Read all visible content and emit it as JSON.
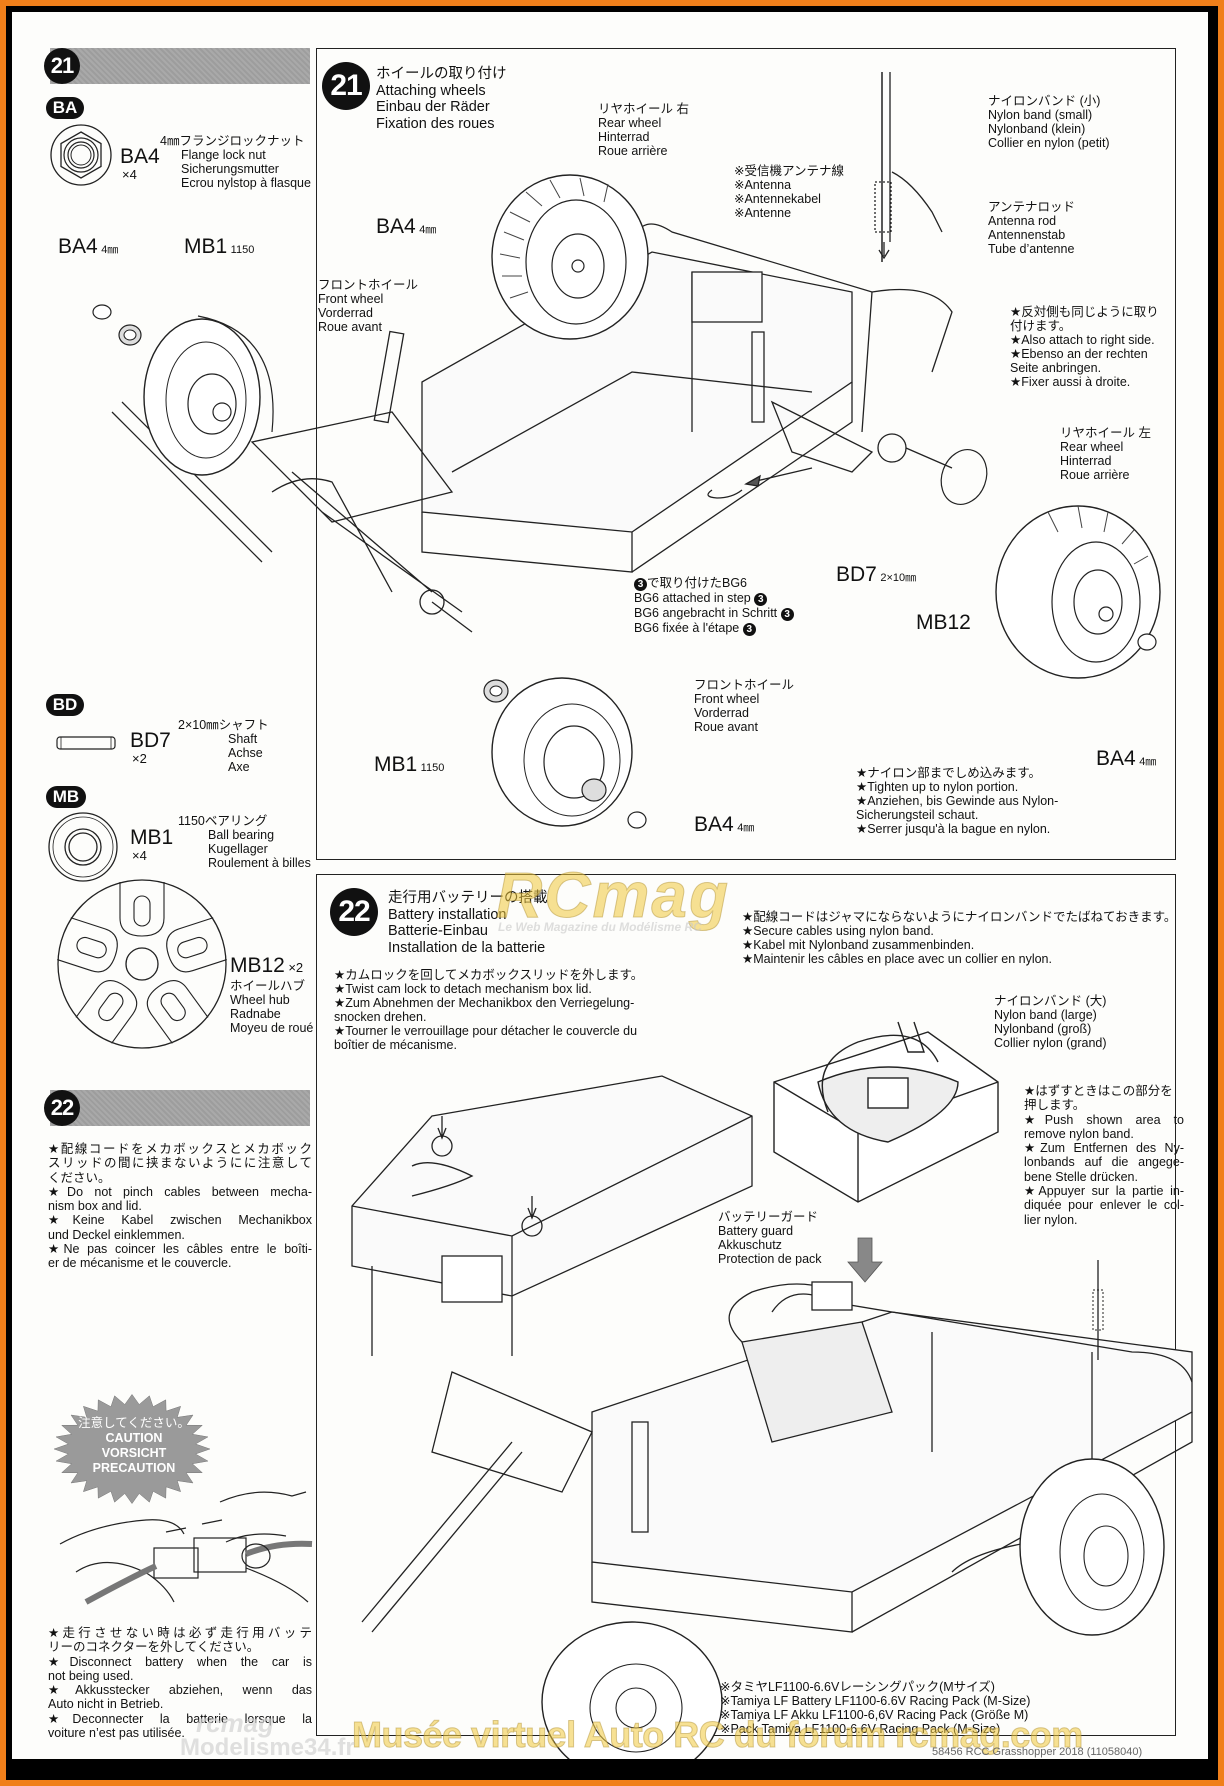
{
  "step21": {
    "number": "21",
    "title_ja": "ホイールの取り付け",
    "title_en": "Attaching wheels",
    "title_de": "Einbau der Räder",
    "title_fr": "Fixation des roues"
  },
  "step22": {
    "number": "22",
    "title_ja": "走行用バッテリーの搭載",
    "title_en": "Battery installation",
    "title_de": "Batterie-Einbau",
    "title_fr": "Installation de la batterie"
  },
  "parts_bags": {
    "ba": {
      "bag": "BA",
      "part": "BA4",
      "qty": "×4",
      "desc_ja": "4㎜フランジロックナット",
      "desc_en": "Flange lock nut",
      "desc_de": "Sicherungsmutter",
      "desc_fr": "Ecrou nylstop à flasque"
    },
    "bd": {
      "bag": "BD",
      "part": "BD7",
      "qty": "×2",
      "desc_ja": "2×10㎜シャフト",
      "desc_en": "Shaft",
      "desc_de": "Achse",
      "desc_fr": "Axe"
    },
    "mb1": {
      "bag": "MB",
      "part": "MB1",
      "qty": "×4",
      "desc_ja": "1150ベアリング",
      "desc_en": "Ball bearing",
      "desc_de": "Kugellager",
      "desc_fr": "Roulement à billes"
    },
    "mb12": {
      "part": "MB12",
      "qty": "×2",
      "desc_ja": "ホイールハブ",
      "desc_en": "Wheel hub",
      "desc_de": "Radnabe",
      "desc_fr": "Moyeu de roué"
    }
  },
  "callouts21": {
    "ba4_top": {
      "part": "BA4",
      "size": "4㎜"
    },
    "ba4_left": {
      "part": "BA4",
      "size": "4㎜"
    },
    "mb1_left": {
      "part": "MB1",
      "size": "1150"
    },
    "front_wheel_top": {
      "ja": "フロントホイール",
      "en": "Front wheel",
      "de": "Vorderrad",
      "fr": "Roue avant"
    },
    "rear_wheel_right": {
      "ja": "リヤホイール 右",
      "en": "Rear wheel",
      "de": "Hinterrad",
      "fr": "Roue arrière"
    },
    "antenna_wire": {
      "ja": "※受信機アンテナ線",
      "en": "※Antenna",
      "de": "※Antennekabel",
      "fr": "※Antenne"
    },
    "nylon_band_small": {
      "ja": "ナイロンバンド (小)",
      "en": "Nylon band (small)",
      "de": "Nylonband (klein)",
      "fr": "Collier en nylon (petit)"
    },
    "antenna_rod": {
      "ja": "アンテナロッド",
      "en": "Antenna rod",
      "de": "Antennenstab",
      "fr": "Tube d’antenne"
    },
    "right_side_note": {
      "ja1": "★反対側も同じように取り",
      "ja2": "付けます。",
      "en": "★Also attach to right side.",
      "de1": "★Ebenso an der rechten",
      "de2": "Seite anbringen.",
      "fr": "★Fixer aussi à droite."
    },
    "rear_wheel_left": {
      "ja": "リヤホイール 左",
      "en": "Rear wheel",
      "de": "Hinterrad",
      "fr": "Roue arrière"
    },
    "bg6_note": {
      "ja": "で取り付けたBG6",
      "en": "BG6 attached in step",
      "de": "BG6 angebracht in Schritt",
      "fr": "BG6 fixée à l'étape",
      "step_ref": "3"
    },
    "bd7": {
      "part": "BD7",
      "size": "2×10㎜"
    },
    "mb12": {
      "part": "MB12"
    },
    "front_wheel_bottom": {
      "ja": "フロントホイール",
      "en": "Front wheel",
      "de": "Vorderrad",
      "fr": "Roue avant"
    },
    "mb1_bottom": {
      "part": "MB1",
      "size": "1150"
    },
    "ba4_bottom": {
      "part": "BA4",
      "size": "4㎜"
    },
    "ba4_right": {
      "part": "BA4",
      "size": "4㎜"
    },
    "tighten_note": {
      "ja": "★ナイロン部までしめ込みます。",
      "en": "★Tighten up to nylon portion.",
      "de1": "★Anziehen, bis Gewinde aus Nylon-",
      "de2": "Sicherungsteil schaut.",
      "fr": "★Serrer jusqu'à la bague en nylon."
    }
  },
  "left22": {
    "note_lines": [
      "★配線コードをメカボックスとメカボック",
      "スリッドの間に挟まないようにに注意して",
      "ください。",
      "★Do not pinch cables between mecha-",
      "nism box and lid.",
      "★Keine Kabel zwischen Mechanikbox",
      "und Deckel einklemmen.",
      "★Ne pas coincer les câbles entre le boîti-",
      "er de mécanisme et le couvercle."
    ],
    "caution_ja": "注意してください。",
    "caution_en": "CAUTION",
    "caution_de": "VORSICHT",
    "caution_fr": "PRECAUTION",
    "disconnect_lines": [
      "★走行させない時は必ず走行用バッテ",
      "リーのコネクターを外してください。",
      "★Disconnect battery when the car is",
      "not being used.",
      "★Akkusstecker abziehen, wenn das",
      "Auto nicht in Betrieb.",
      "★Deconnecter la batterie lorsque la",
      "voiture n’est pas utilisée."
    ]
  },
  "callouts22": {
    "cam_lock_lines": [
      "★カムロックを回してメカボックスリッドを外します。",
      "★Twist cam lock to detach mechanism box lid.",
      "★Zum Abnehmen der Mechanikbox den Verriegelung-",
      "snocken drehen.",
      "★Tourner le verrouillage pour détacher le couvercle du",
      "boîtier de mécanisme."
    ],
    "secure_cables_lines": [
      "★配線コードはジャマにならないようにナイロンバンドでたばねておきます。",
      "★Secure cables using nylon band.",
      "★Kabel mit Nylonband zusammenbinden.",
      "★Maintenir les câbles en place avec un collier en nylon."
    ],
    "nylon_band_large": {
      "ja": "ナイロンバンド (大)",
      "en": "Nylon band (large)",
      "de": "Nylonband (groß)",
      "fr": "Collier nylon (grand)"
    },
    "push_note_lines": [
      "★はずすときはこの部分を",
      "押します。",
      "★Push shown area to",
      "remove nylon band.",
      "★Zum Entfernen des Ny-",
      "lonbands auf die angege-",
      "bene Stelle drücken.",
      "★Appuyer sur la partie in-",
      "diquée pour enlever le col-",
      "lier nylon."
    ],
    "battery_guard": {
      "ja": "バッテリーガード",
      "en": "Battery guard",
      "de": "Akkuschutz",
      "fr": "Protection de pack"
    },
    "battery_pack_lines": [
      "※タミヤLF1100-6.6Vレーシングパック(Mサイズ)",
      "※Tamiya LF Battery LF1100-6.6V Racing Pack (M-Size)",
      "※Tamiya LF Akku LF1100-6,6V Racing Pack (Größe M)",
      "※Pack Tamiya LF1100-6.6V Racing Pack (M-Size)"
    ]
  },
  "watermarks": {
    "rcmag_logo": "RCmag",
    "rcmag_tagline": "Le Web Magazine du Modélisme RC",
    "bottom_banner": "Musée virtuel Auto RC du forum rcmag.com",
    "corner_logo_1": "rcmag",
    "corner_logo_2": "Modelisme34.fr"
  },
  "footer": {
    "right_text": "58456 RCC Grasshopper 2018 (11058040)"
  }
}
